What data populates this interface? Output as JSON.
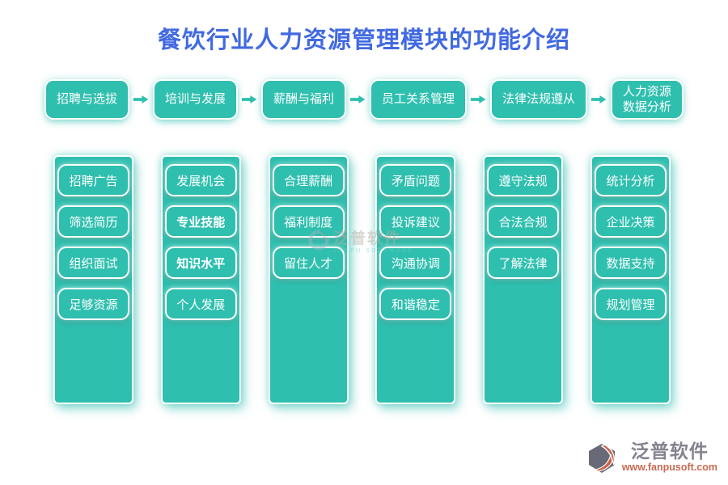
{
  "title": "餐饮行业人力资源管理模块的功能介绍",
  "colors": {
    "accent_teal": "#2fbfaf",
    "title_blue": "#4169e1",
    "brand_gray": "#83838f",
    "brand_orange": "#c96a52"
  },
  "modules": [
    {
      "header": "招聘与选拔",
      "items": [
        {
          "label": "招聘广告"
        },
        {
          "label": "筛选简历"
        },
        {
          "label": "组织面试"
        },
        {
          "label": "足够资源"
        }
      ]
    },
    {
      "header": "培训与发展",
      "items": [
        {
          "label": "发展机会"
        },
        {
          "label": "专业技能",
          "bold": true
        },
        {
          "label": "知识水平",
          "bold": true
        },
        {
          "label": "个人发展"
        }
      ]
    },
    {
      "header": "薪酬与福利",
      "items": [
        {
          "label": "合理薪酬"
        },
        {
          "label": "福利制度"
        },
        {
          "label": "留住人才"
        }
      ]
    },
    {
      "header": "员工关系管理",
      "items": [
        {
          "label": "矛盾问题"
        },
        {
          "label": "投诉建议"
        },
        {
          "label": "沟通协调"
        },
        {
          "label": "和谐稳定"
        }
      ]
    },
    {
      "header": "法律法规遵从",
      "items": [
        {
          "label": "遵守法规"
        },
        {
          "label": "合法合规"
        },
        {
          "label": "了解法律"
        }
      ]
    },
    {
      "header": "人力资源\n数据分析",
      "items": [
        {
          "label": "统计分析"
        },
        {
          "label": "企业决策"
        },
        {
          "label": "数据支持"
        },
        {
          "label": "规划管理"
        }
      ]
    }
  ],
  "watermark": {
    "name": "泛普软件",
    "subtitle": "FANPU SOFTWARE"
  },
  "brand": {
    "name": "泛普软件",
    "url": "www.fanpusoft.com"
  }
}
